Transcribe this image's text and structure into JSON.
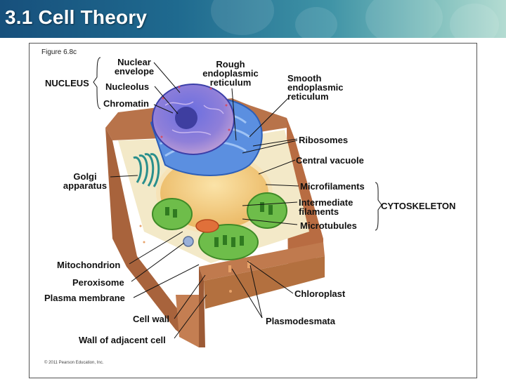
{
  "slide": {
    "title": "3.1 Cell Theory"
  },
  "figure": {
    "caption": "Figure 6.8c",
    "copyright": "© 2011 Pearson Education, Inc."
  },
  "labels": {
    "nucleus_group": "NUCLEUS",
    "nuclear_envelope": [
      "Nuclear",
      "envelope"
    ],
    "nucleolus": "Nucleolus",
    "chromatin": "Chromatin",
    "rough_er": [
      "Rough",
      "endoplasmic",
      "reticulum"
    ],
    "smooth_er": [
      "Smooth",
      "endoplasmic",
      "reticulum"
    ],
    "ribosomes": "Ribosomes",
    "central_vacuole": "Central vacuole",
    "golgi": [
      "Golgi",
      "apparatus"
    ],
    "microfilaments": "Microfilaments",
    "intermediate_filaments": [
      "Intermediate",
      "filaments"
    ],
    "microtubules": "Microtubules",
    "cytoskeleton_group": "CYTOSKELETON",
    "mitochondrion": "Mitochondrion",
    "peroxisome": "Peroxisome",
    "plasma_membrane": "Plasma membrane",
    "chloroplast": "Chloroplast",
    "cell_wall": "Cell wall",
    "plasmodesmata": "Plasmodesmata",
    "wall_adjacent": "Wall of adjacent cell"
  }
}
